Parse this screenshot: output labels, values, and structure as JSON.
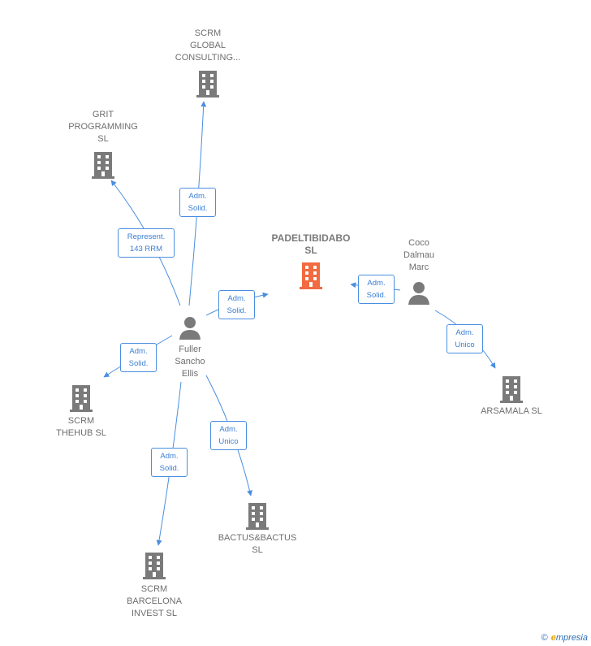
{
  "colors": {
    "company": "#7a7a7a",
    "focus": "#f26a3f",
    "person": "#7a7a7a",
    "edge": "#4a8ee0"
  },
  "nodes": {
    "scrm_global": {
      "label": "SCRM\nGLOBAL\nCONSULTING...",
      "type": "company"
    },
    "grit": {
      "label": "GRIT\nPROGRAMMING\nSL",
      "type": "company"
    },
    "padeltibidabo": {
      "label": "PADELTIBIDABO\nSL",
      "type": "focus-company"
    },
    "coco": {
      "label": "Coco\nDalmau\nMarc",
      "type": "person"
    },
    "fuller": {
      "label": "Fuller\nSancho\nEllis",
      "type": "person"
    },
    "scrm_thehub": {
      "label": "SCRM\nTHEHUB  SL",
      "type": "company"
    },
    "arsamala": {
      "label": "ARSAMALA SL",
      "type": "company"
    },
    "bactus": {
      "label": "BACTUS&BACTUS\nSL",
      "type": "company"
    },
    "scrm_barcelona": {
      "label": "SCRM\nBARCELONA\nINVEST  SL",
      "type": "company"
    }
  },
  "edges": {
    "e1": {
      "label": "Adm.\nSolid.",
      "from": "fuller",
      "to": "scrm_global"
    },
    "e2": {
      "label": "Represent.\n143 RRM",
      "from": "fuller",
      "to": "grit"
    },
    "e3": {
      "label": "Adm.\nSolid.",
      "from": "fuller",
      "to": "padeltibidabo"
    },
    "e4": {
      "label": "Adm.\nSolid.",
      "from": "coco",
      "to": "padeltibidabo"
    },
    "e5": {
      "label": "Adm.\nUnico",
      "from": "coco",
      "to": "arsamala"
    },
    "e6": {
      "label": "Adm.\nSolid.",
      "from": "fuller",
      "to": "scrm_thehub"
    },
    "e7": {
      "label": "Adm.\nUnico",
      "from": "fuller",
      "to": "bactus"
    },
    "e8": {
      "label": "Adm.\nSolid.",
      "from": "fuller",
      "to": "scrm_barcelona"
    }
  },
  "brand": {
    "copyright": "©",
    "name_initial": "e",
    "name_rest": "mpresia"
  }
}
